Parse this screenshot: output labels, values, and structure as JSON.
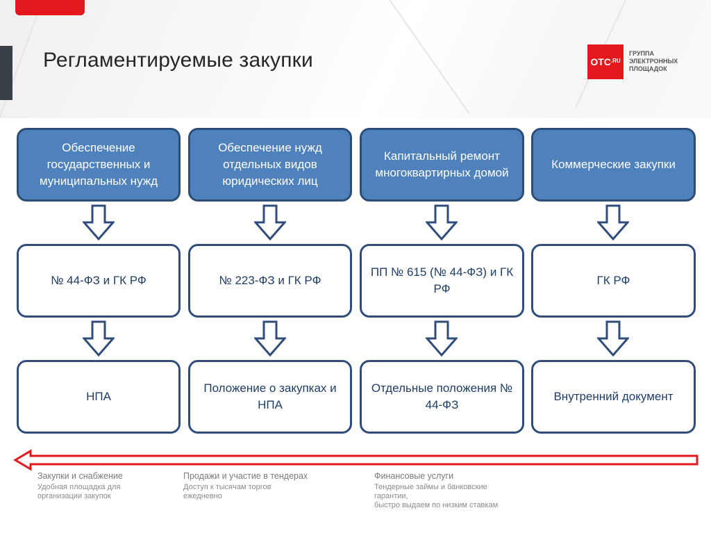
{
  "title": "Регламентируемые закупки",
  "logo": {
    "mark": "ОТС",
    "mark_suffix": ".RU",
    "lines": [
      "ГРУППА",
      "ЭЛЕКТРОННЫХ",
      "ПЛОЩАДОК"
    ]
  },
  "columns": [
    {
      "top": "Обеспечение государственных и муниципальных нужд",
      "law": "№ 44-ФЗ и ГК РФ",
      "doc": "НПА"
    },
    {
      "top": "Обеспечение нужд отдельных видов юридических лиц",
      "law": "№ 223-ФЗ и ГК РФ",
      "doc": "Положение о закупках и НПА"
    },
    {
      "top": "Капитальный ремонт многоквартирных домой",
      "law": "ПП № 615 (№ 44-ФЗ) и ГК РФ",
      "doc": "Отдельные положения № 44-ФЗ"
    },
    {
      "top": "Коммерческие закупки",
      "law": "ГК РФ",
      "doc": "Внутренний документ"
    }
  ],
  "footer": [
    {
      "heading": "Закупки и снабжение",
      "lines": [
        "Удобная площадка для",
        "организации закупок"
      ]
    },
    {
      "heading": "Продажи и участие в тендерах",
      "lines": [
        "Доступ к тысячам торгов",
        "ежедневно"
      ]
    },
    {
      "heading": "Финансовые услуги",
      "lines": [
        "Тендерные займы и банковские",
        "гарантии,",
        "быстро выдаем по низким ставкам"
      ]
    }
  ],
  "colors": {
    "accent_red": "#e3171c",
    "box_blue": "#4f81bd",
    "box_border": "#2f4d78",
    "text_blue": "#1f3d66"
  }
}
